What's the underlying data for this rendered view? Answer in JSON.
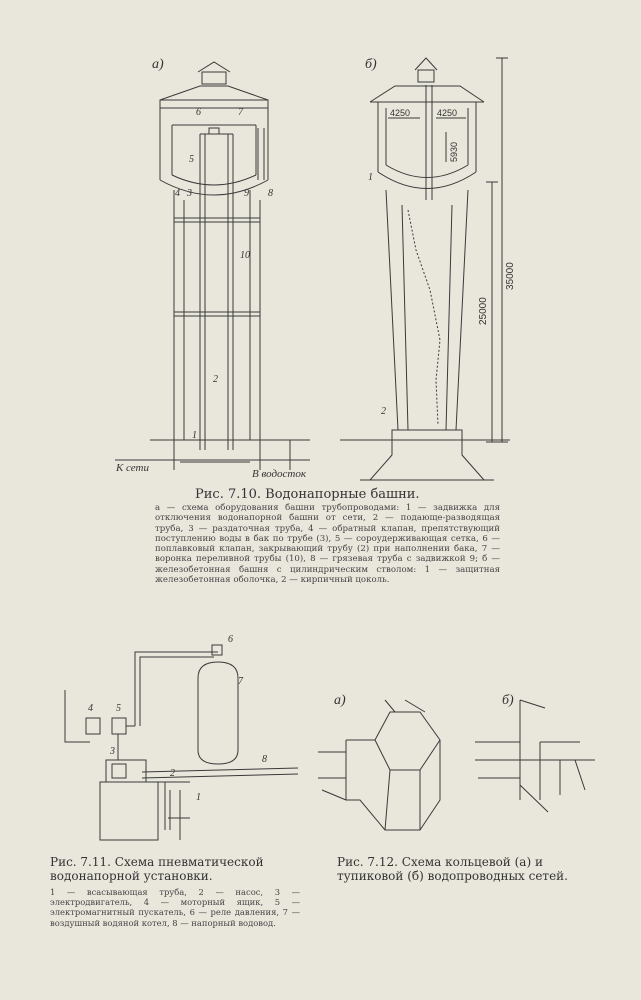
{
  "fig_7_10": {
    "panel_a": "а)",
    "panel_b": "б)",
    "callouts_a": [
      "1",
      "2",
      "3",
      "4",
      "5",
      "6",
      "7",
      "8",
      "9",
      "10"
    ],
    "callouts_b": [
      "1",
      "2"
    ],
    "label_network": "К сети",
    "label_drain": "В водосток",
    "dims": [
      "4250",
      "4250",
      "5930",
      "35000",
      "25000"
    ],
    "caption_title": "Рис. 7.10. Водонапорные башни.",
    "caption_body": "а — схема оборудования башни трубопроводами: 1 — задвижка для отключения водонапорной башни от сети, 2 — подающе-разводящая труба, 3 — раздаточная труба, 4 — обратный клапан, препятствующий поступлению воды в бак по трубе (3), 5 — сороудерживающая сетка, 6 — поплавковый клапан, закрывающий трубу (2) при наполнении бака, 7 — воронка переливной трубы (10), 8 — грязевая труба с задвижкой 9; б — железобетонная башня с цилиндрическим стволом: 1 — защитная железобетонная оболочка, 2 — кирпичный цоколь."
  },
  "fig_7_11": {
    "callouts": [
      "1",
      "2",
      "3",
      "4",
      "5",
      "6",
      "7",
      "8"
    ],
    "caption_title": "Рис. 7.11. Схема пневматической водонапорной установки.",
    "caption_body": "1 — всасывающая труба, 2 — насос, 3 — электродвигатель, 4 — моторный ящик, 5 — электромагнитный пускатель, 6 — реле давления, 7 — воздушный водяной котел, 8 — напорный водовод."
  },
  "fig_7_12": {
    "panel_a": "а)",
    "panel_b": "б)",
    "caption_title": "Рис. 7.12. Схема кольцевой (а) и тупиковой (б) водопроводных сетей."
  }
}
